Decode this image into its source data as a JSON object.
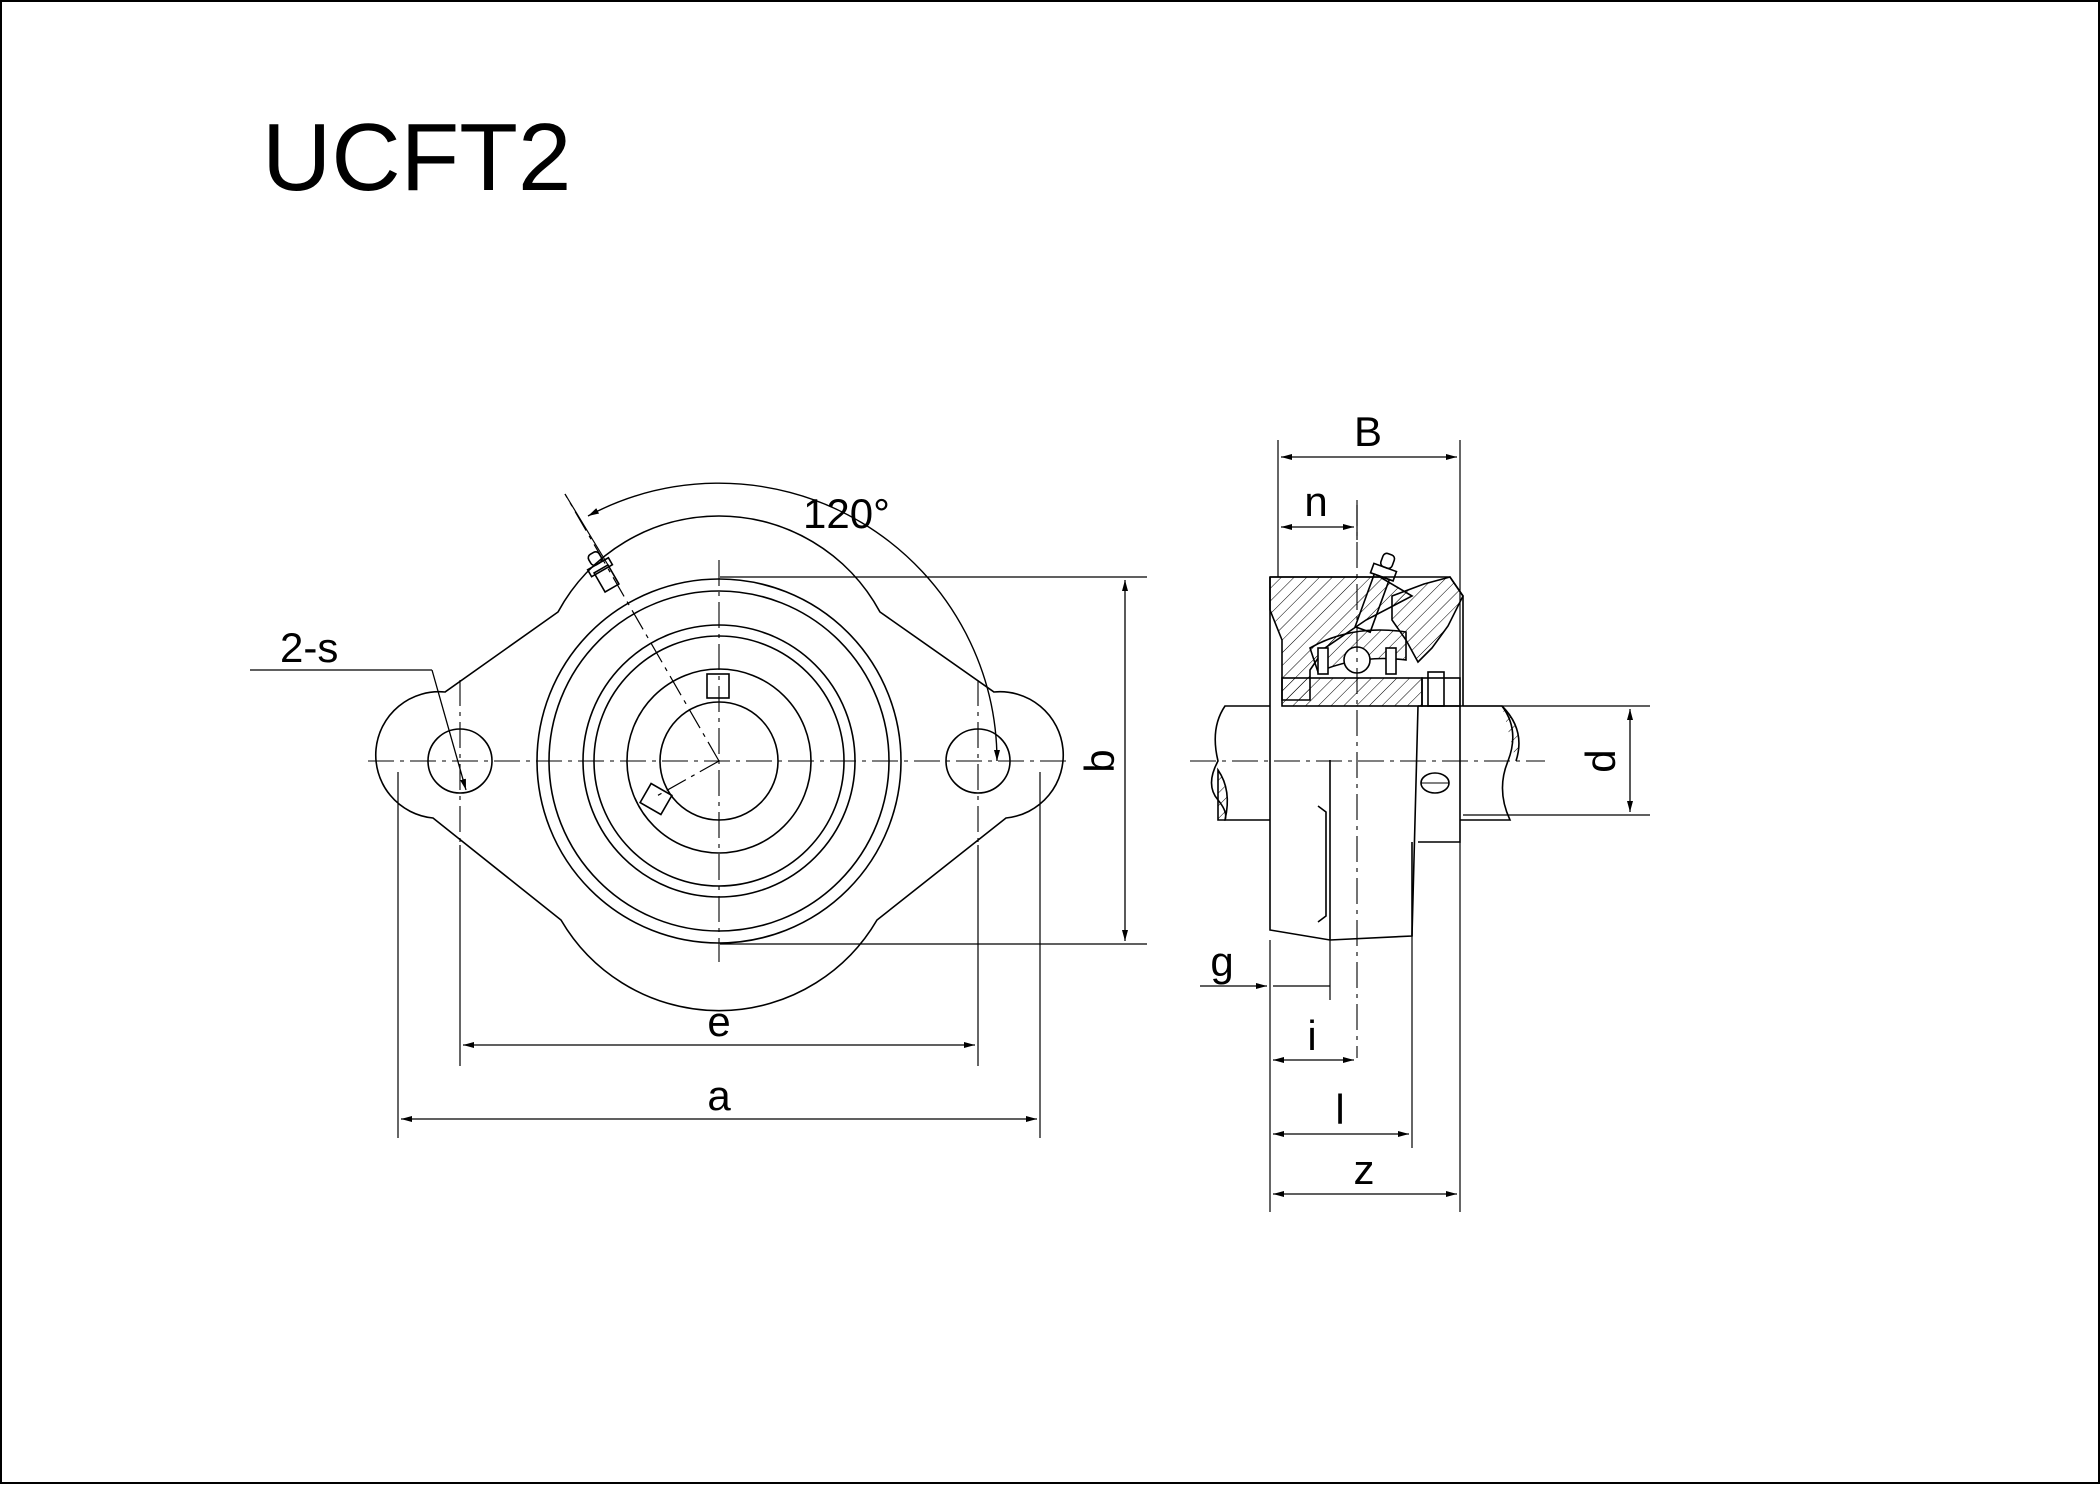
{
  "drawing": {
    "title": "UCFT2",
    "angle_label": "120°",
    "front_view": {
      "hole_label": "2-s",
      "dim_a": "a",
      "dim_b": "b",
      "dim_e": "e"
    },
    "side_view": {
      "dim_B": "B",
      "dim_n": "n",
      "dim_d": "d",
      "dim_g": "g",
      "dim_i": "i",
      "dim_l": "l",
      "dim_z": "z"
    }
  }
}
